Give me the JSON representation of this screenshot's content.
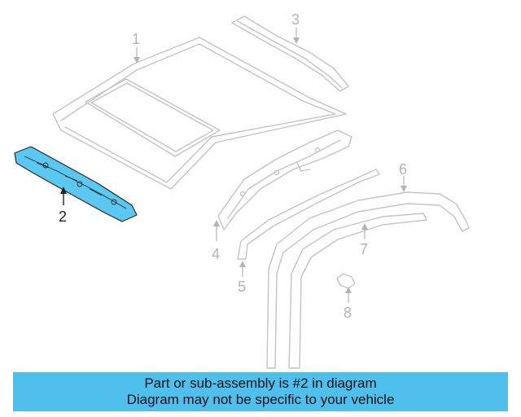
{
  "callouts": {
    "c1": "1",
    "c2": "2",
    "c3": "3",
    "c4": "4",
    "c5": "5",
    "c6": "6",
    "c7": "7",
    "c8": "8"
  },
  "highlight_color": "#5ac8f0",
  "banner": {
    "line1": "Part or sub-assembly is #2 in diagram",
    "line2": "Diagram may not be specific to your vehicle"
  }
}
